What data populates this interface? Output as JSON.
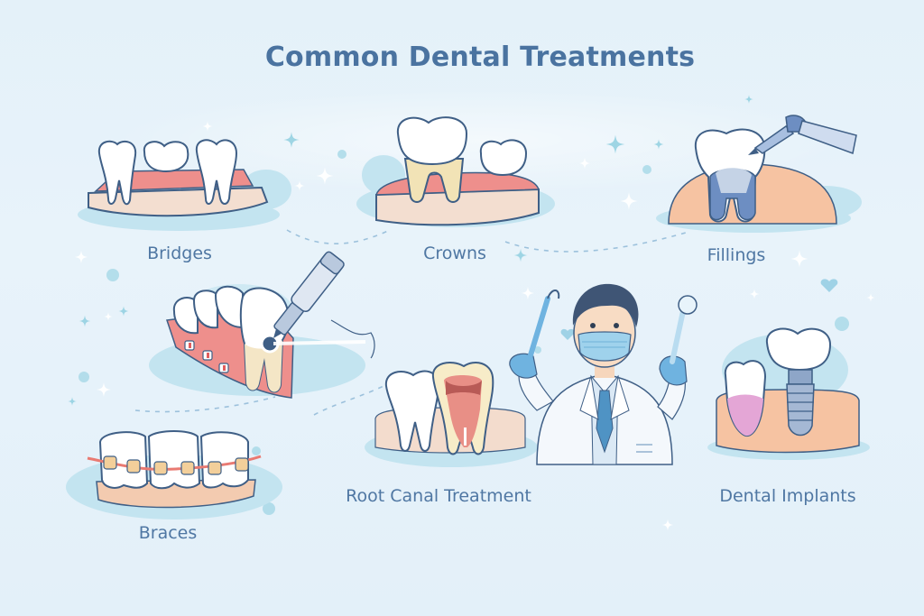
{
  "title": "Common Dental Treatments",
  "treatments": [
    {
      "id": "bridges",
      "label": "Bridges"
    },
    {
      "id": "crowns",
      "label": "Crowns"
    },
    {
      "id": "fillings",
      "label": "Fillings"
    },
    {
      "id": "braces",
      "label": "Braces"
    },
    {
      "id": "root-canal",
      "label": "Root Canal Treatment"
    },
    {
      "id": "dental-implants",
      "label": "Dental Implants"
    }
  ],
  "figures": {
    "dentist": "dentist-holding-instruments",
    "cleaning": "teeth-with-brackets-and-laser-tool"
  },
  "colors": {
    "background": "#e4f1f9",
    "title": "#4a73a0",
    "label": "#4f77a3",
    "gum": "#ee8f8c",
    "gum_light": "#f7c9b8",
    "tooth": "#ffffff",
    "tooth_outline": "#3f5f86",
    "cloud": "#bfe3ef",
    "accent_blue": "#6fa8d8"
  }
}
